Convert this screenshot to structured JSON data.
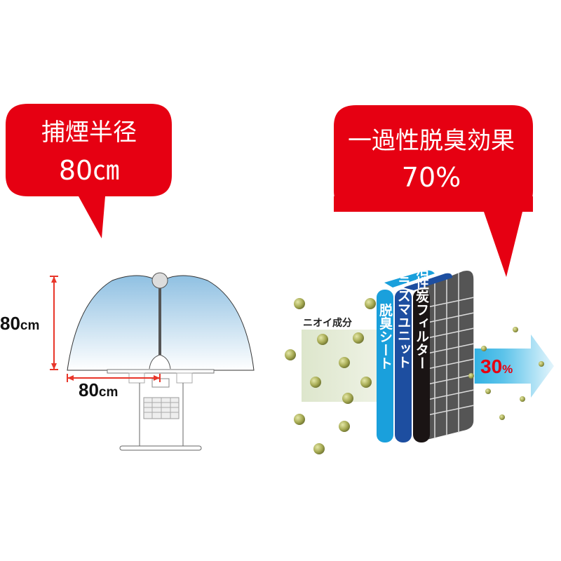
{
  "left_callout": {
    "title": "捕煙半径",
    "value": "80㎝"
  },
  "right_callout": {
    "title": "一過性脱臭効果",
    "value": "70%"
  },
  "dimensions": {
    "height_number": "80",
    "height_unit": "cm",
    "width_number": "80",
    "width_unit": "cm"
  },
  "filter": {
    "odor_label": "ニオイ成分",
    "layers": [
      "脱臭シート",
      "プラズマユニット",
      "特殊活性炭フィルター"
    ],
    "output_number": "30",
    "output_unit": "%"
  },
  "colors": {
    "callout": "#e60012",
    "dimension_line": "#e8362a",
    "sheet": "#1aa0dc",
    "plasma": "#1d4ea0",
    "carbon": "#1a1414"
  }
}
